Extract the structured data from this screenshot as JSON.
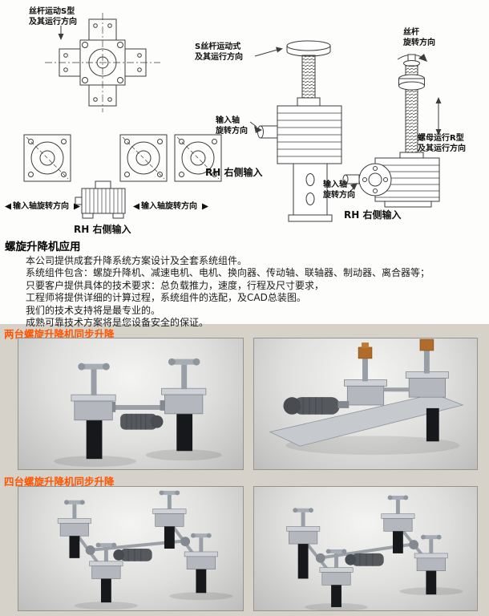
{
  "theme": {
    "accent": "#ff5500",
    "panel_bg": "#fdfdfc",
    "page_bg": "#d6d2c9"
  },
  "drawings": {
    "labels": {
      "screw_motion_s": "丝杆运动S型\n及其运行方向",
      "s_screw_type": "S丝杆运动式\n及其运行方向",
      "screw_rotation": "丝杆\n旋转方向",
      "nut_travel_r": "螺母运行R型\n及其运行方向",
      "input_shaft_rotation_left": "输入轴旋转方向",
      "input_shaft_rotation_mid": "输入轴旋转方向",
      "rh_input_bottom": "RH 右侧输入",
      "input_shaft_mid_jack": "输入轴\n旋转方向",
      "rh_input_mid": "RH 右侧输入",
      "input_shaft_right_jack": "输入轴\n旋转方向",
      "rh_input_right": "RH 右侧输入"
    }
  },
  "content": {
    "heading": "螺旋升降机应用",
    "paragraphs": [
      "本公司提供成套升降系统方案设计及全套系统组件。",
      "系统组件包含：螺旋升降机、减速电机、电机、换向器、传动轴、联轴器、制动器、离合器等；",
      "只要客户提供具体的技术要求：总负载推力，速度，行程及尺寸要求，",
      "工程师将提供详细的计算过程，系统组件的选配，及CAD总装图。",
      "我们的技术支持将是最专业的。",
      "成熟可靠技术方案将是您设备安全的保证。"
    ]
  },
  "sections": [
    {
      "label": "两台螺旋升降机同步升降"
    },
    {
      "label": "四台螺旋升降机同步升降"
    }
  ]
}
